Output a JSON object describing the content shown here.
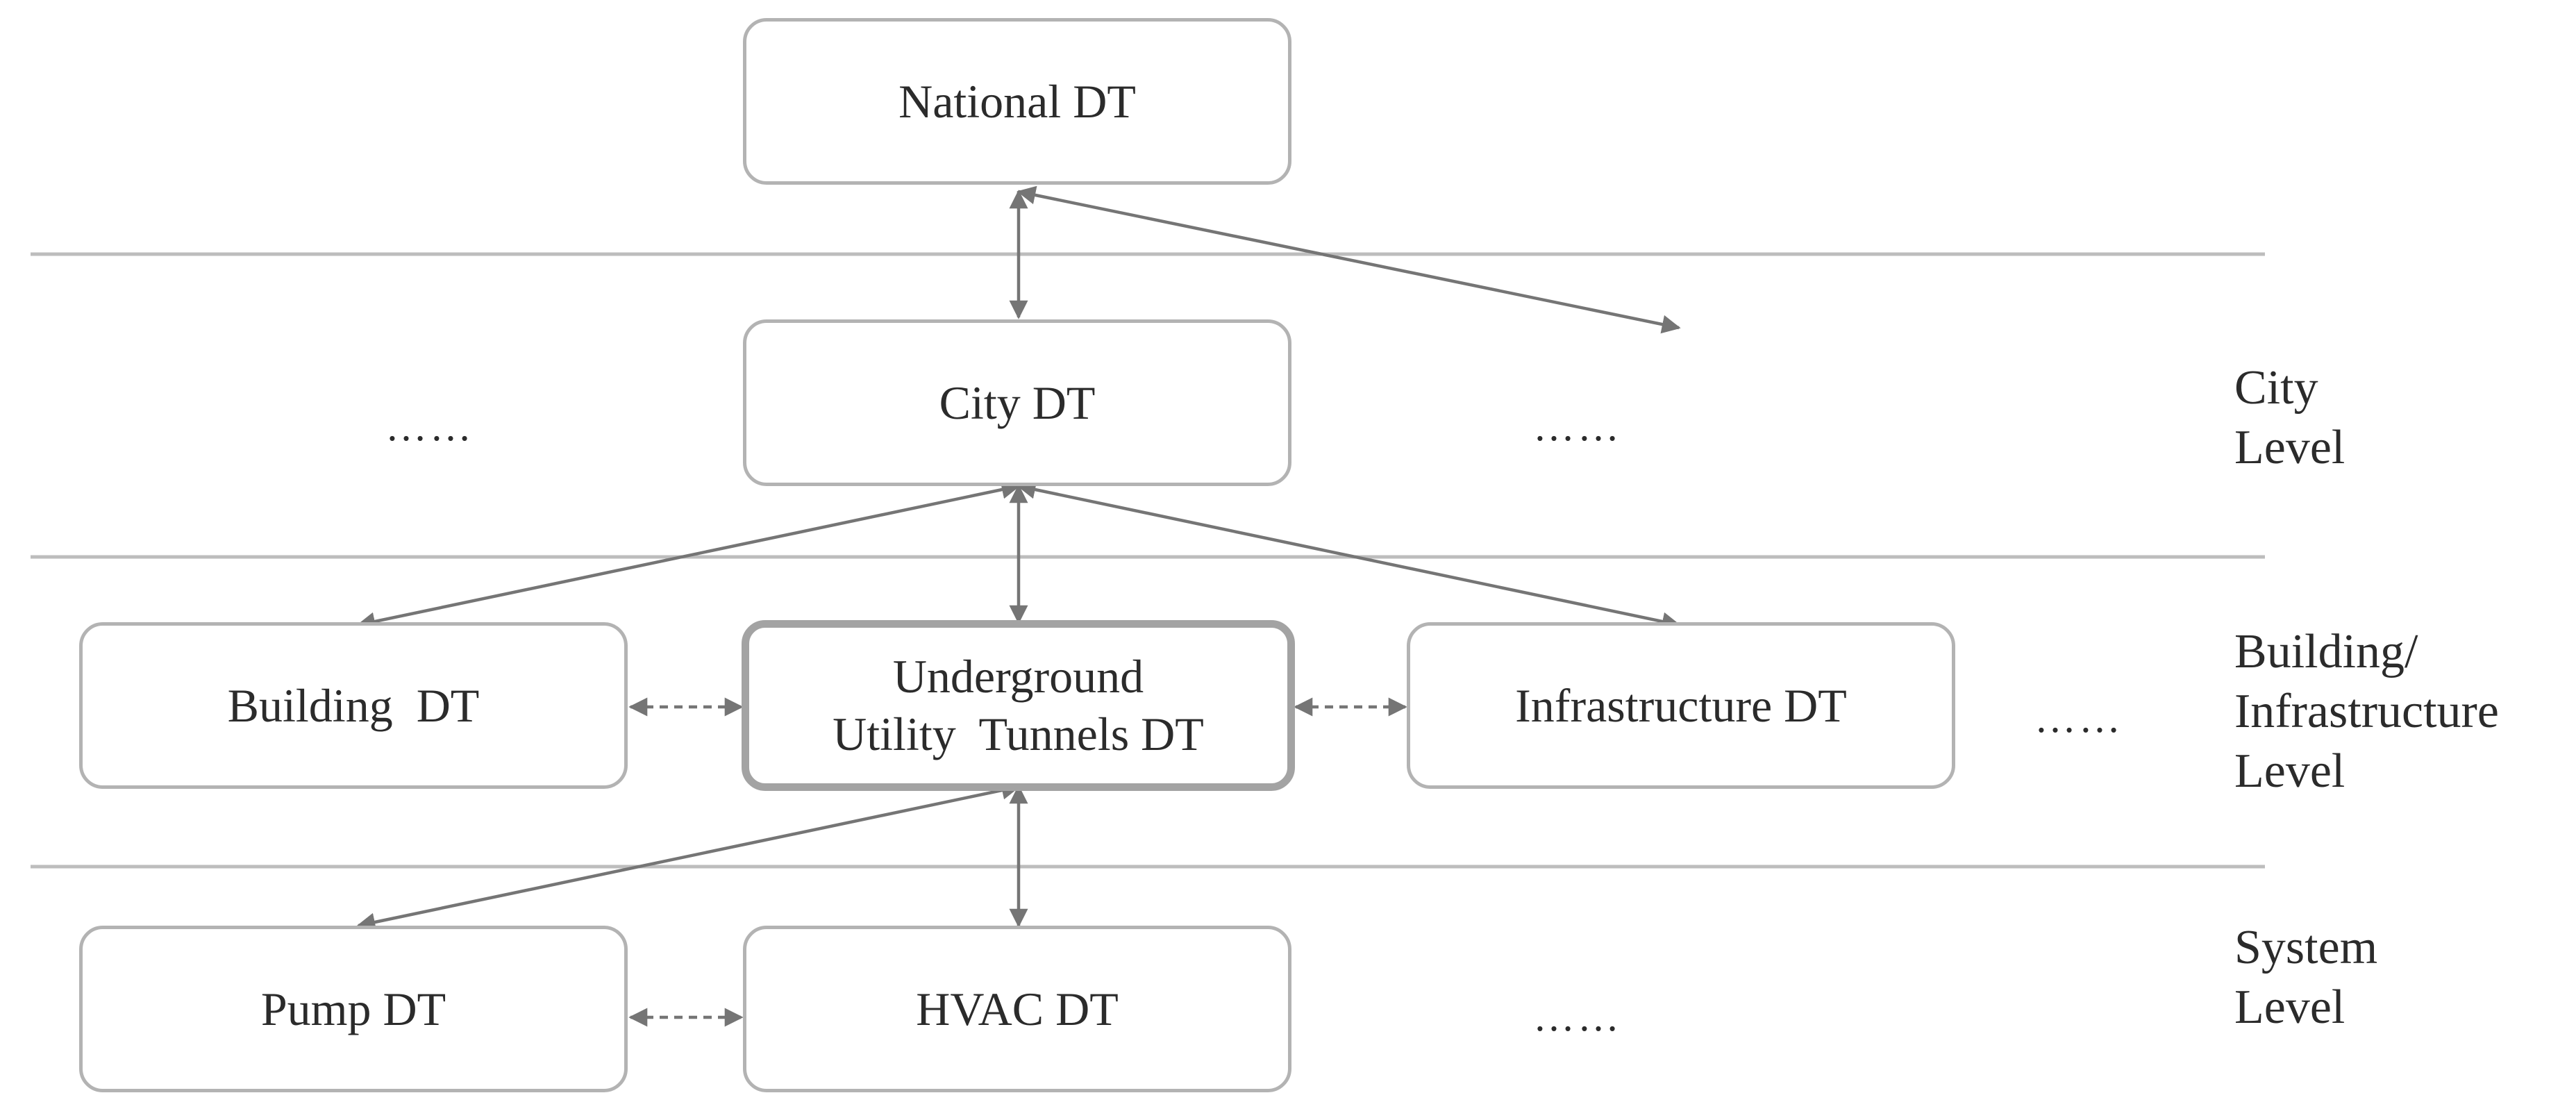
{
  "nodes": {
    "national": "National DT",
    "city": "City DT",
    "building": "Building  DT",
    "tunnels_line1": "Underground",
    "tunnels_line2": "Utility  Tunnels DT",
    "infrastructure": "Infrastructure DT",
    "pump": "Pump DT",
    "hvac": "HVAC DT"
  },
  "ellipsis": "……",
  "levels": {
    "city": [
      "City",
      "Level"
    ],
    "building": [
      "Building/",
      "Infrastructure",
      "Level"
    ],
    "system": [
      "System",
      "Level"
    ]
  },
  "colors": {
    "node_border": "#b3b3b3",
    "highlight_border": "#a3a3a3",
    "separator": "#bdbdbd",
    "arrow": "#757575",
    "text": "#2b2b2b"
  }
}
